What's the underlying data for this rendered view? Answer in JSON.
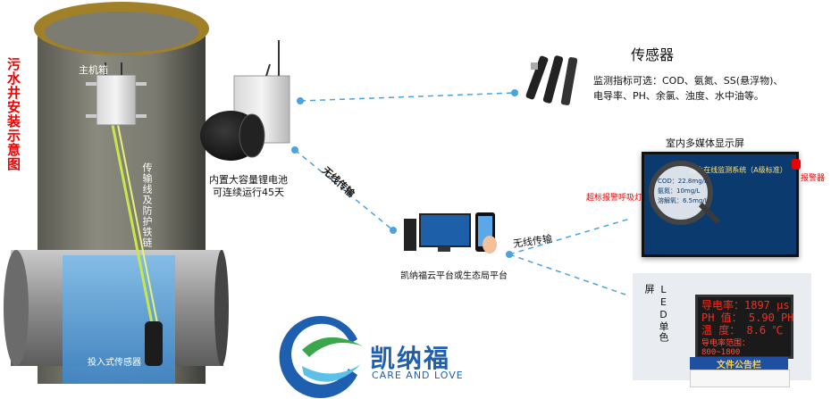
{
  "well": {
    "title": "污水井安装示意图",
    "host_box_label": "主机箱",
    "cable_label": "传输线及防护铁链",
    "sensor_label": "投入式传感器"
  },
  "station": {
    "battery_label_line1": "内置大容量锂电池",
    "battery_label_line2": "可连续运行45天"
  },
  "links": {
    "wireless_left": "无线传输",
    "wireless_right": "无线传输"
  },
  "cloud": {
    "label": "凯纳福云平台或生态局平台"
  },
  "sensor_panel": {
    "title": "传感器",
    "desc_line1": "监测指标可选：COD、氨氮、SS(悬浮物)、",
    "desc_line2": "电导率、PH、余氯、浊度、水中油等。"
  },
  "indoor_screen": {
    "title": "室内多媒体显示屏",
    "tag_left": "超标报警呼吸灯",
    "tag_right": "报警器",
    "screen_header": "污水在线监测系统（A级标准）",
    "mag_row1": "COD：22.8mg/L",
    "mag_row2": "氨氮：10mg/L",
    "mag_row3": "溶解氧：6.5mg/L"
  },
  "led_screen": {
    "label": "LED单色屏",
    "row1": "导电率：1897 μs",
    "row2": "PH 值： 5.90 PH",
    "row3": "温 度：  8.6 ℃",
    "range": "导电率范围：800~1800",
    "notice": "文件公告栏"
  },
  "brand": {
    "name_cn": "凯纳福",
    "name_en": "CARE AND LOVE"
  },
  "colors": {
    "link_blue": "#4aa3df",
    "title_red": "#e00000",
    "water_blue": "#4a9ad8",
    "cable_green": "#c8e84a",
    "brand_blue": "#1f5fb0",
    "brand_green": "#3aa84a"
  }
}
